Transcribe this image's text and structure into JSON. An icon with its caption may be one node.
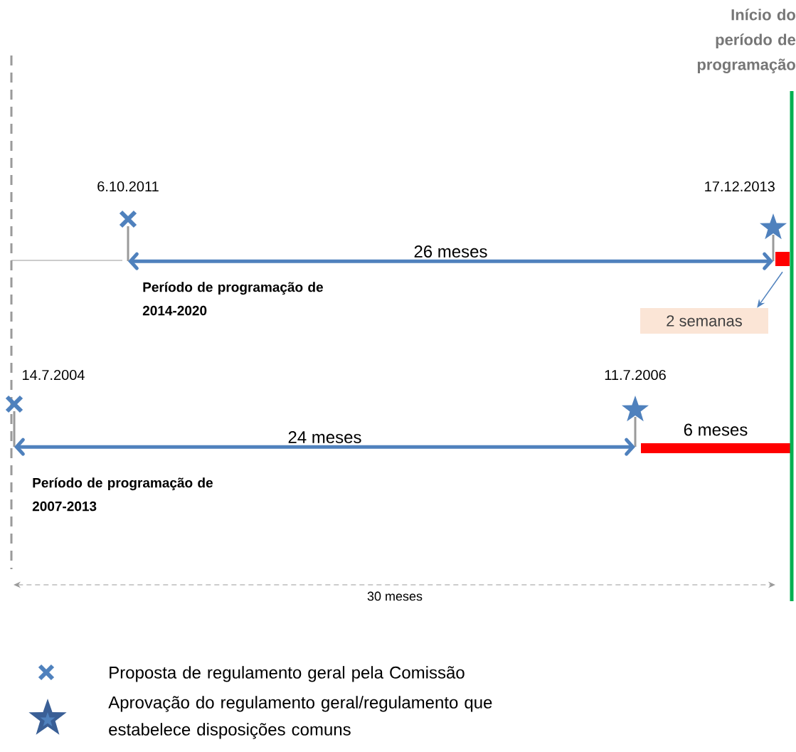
{
  "diagram": {
    "nodes": [
      {
        "text": [],
        "shape": "cross",
        "beside": [
          "6.10.2011"
        ]
      },
      {
        "text": [],
        "shape": "star",
        "beside": [
          "17.12.2013"
        ]
      },
      {
        "text": [],
        "shape": "box"
      },
      {
        "text": [
          "2 semanas"
        ]
      },
      {
        "text": [],
        "shape": "cross",
        "beside": [
          "14.7.2004"
        ]
      },
      {
        "text": [],
        "shape": "star",
        "beside": [
          "11.7.2006"
        ]
      },
      {
        "text": [],
        "shape": "bar",
        "beside": [
          "6 meses"
        ]
      },
      {
        "text": [
          "Início do período de programação"
        ]
      }
    ],
    "edges": [
      {
        "from": 0,
        "to": 1,
        "arrow": "both",
        "label": "26 meses"
      },
      {
        "from": 2,
        "to": 3,
        "arrow": "to"
      },
      {
        "from": 4,
        "to": 5,
        "arrow": "both",
        "label": "24 meses"
      }
    ],
    "labels": [
      "Período de programação de 2014-2020",
      "Período de programação de 2007-2013",
      "30 meses"
    ],
    "legend": [
      {
        "text": "Proposta de regulamento geral pela Comissão"
      },
      {
        "text": "Aprovação do regulamento geral/regulamento que estabelece disposições comuns"
      }
    ]
  }
}
